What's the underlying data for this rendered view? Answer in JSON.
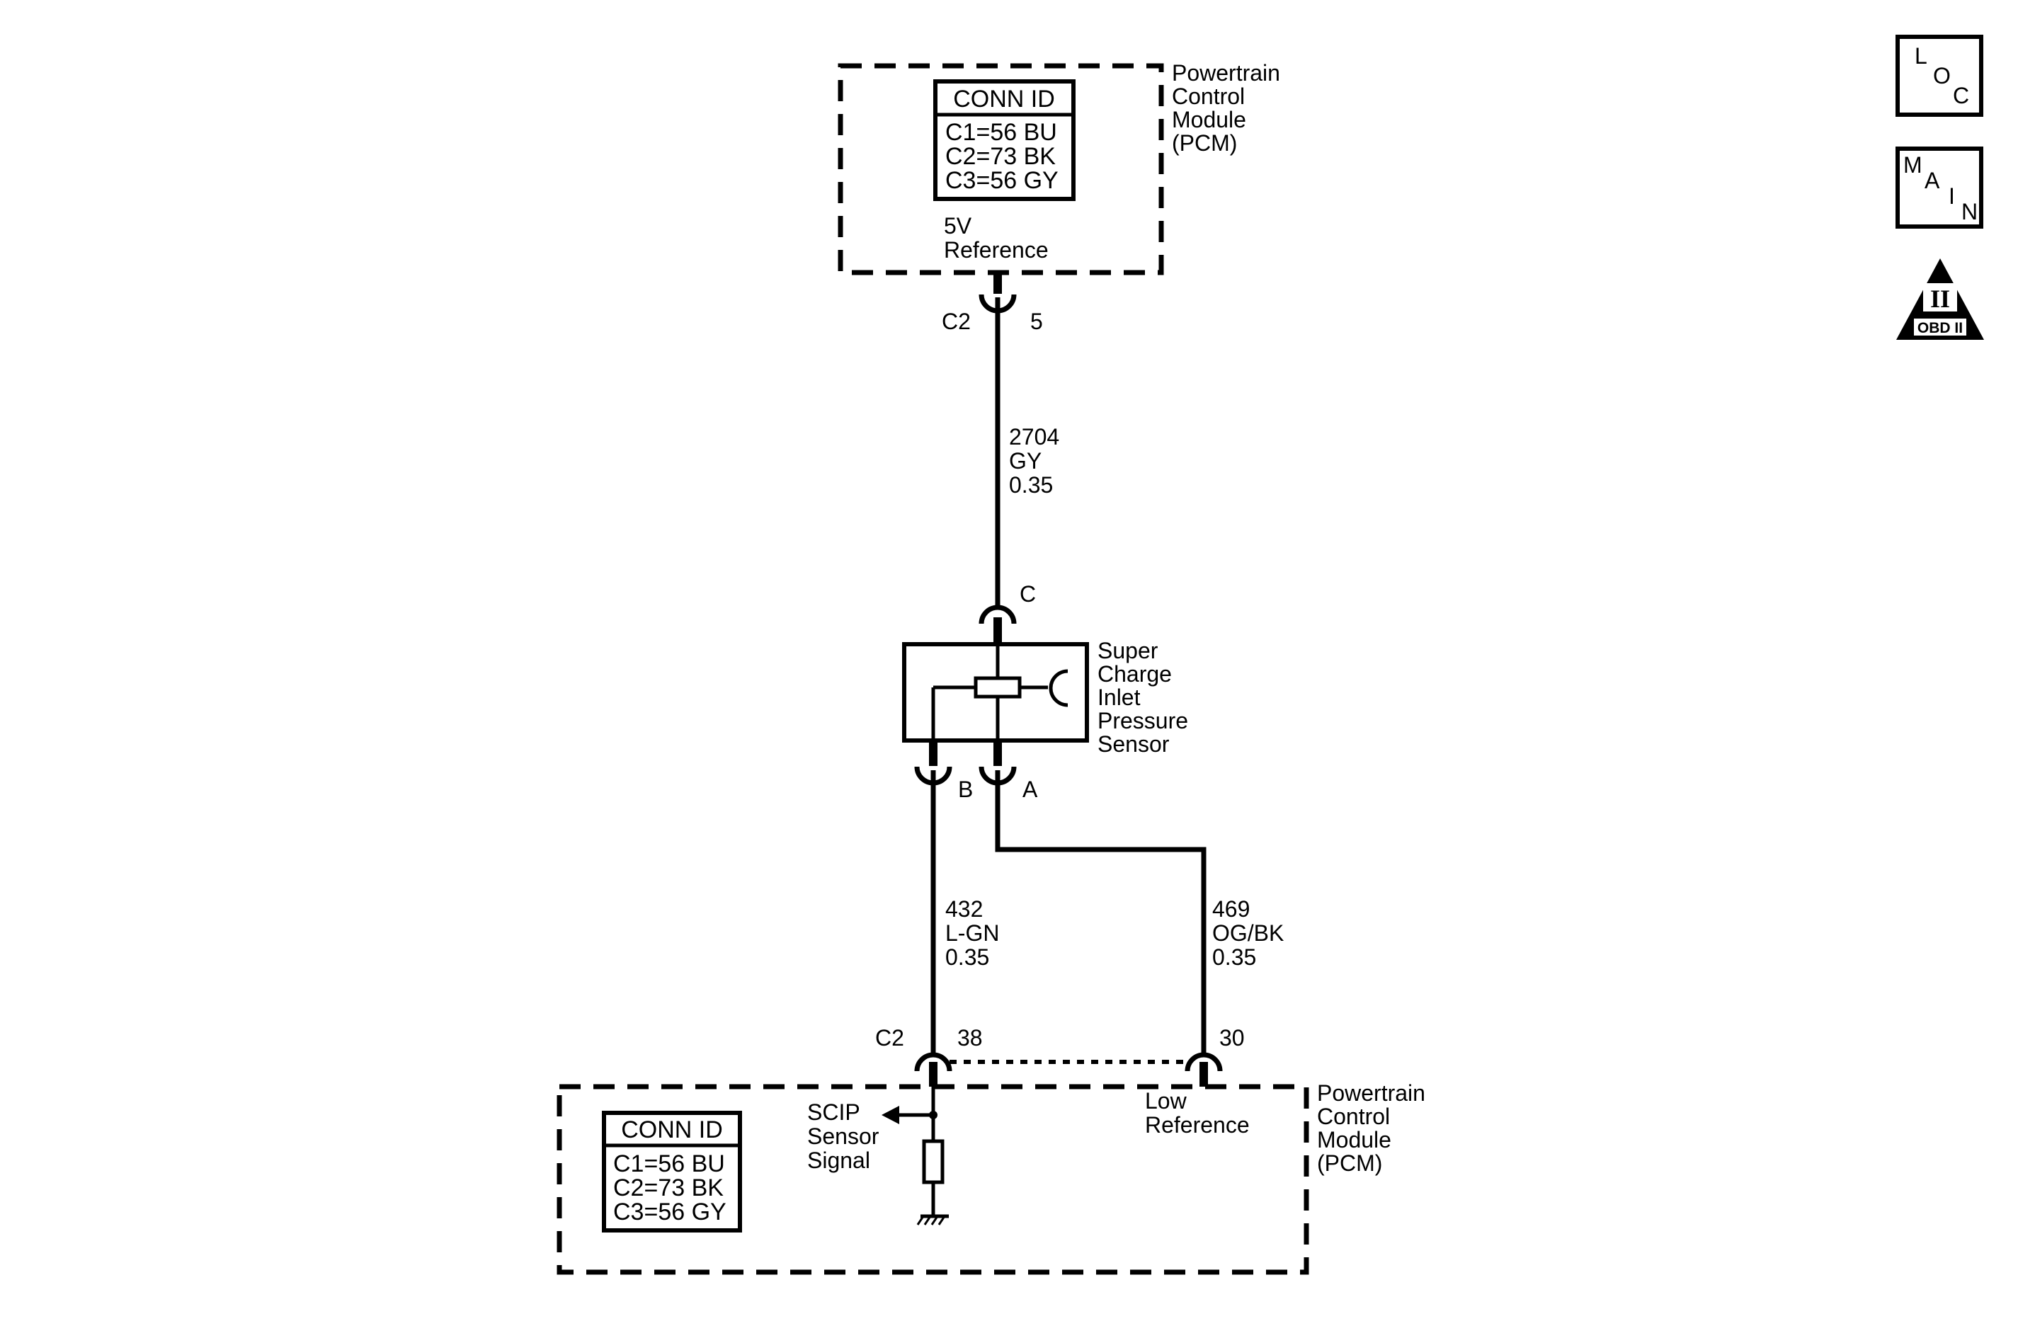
{
  "pcm_top": {
    "name_lines": [
      "Powertrain",
      "Control",
      "Module",
      "(PCM)"
    ],
    "conn_id": {
      "header": "CONN ID",
      "rows": [
        "C1=56 BU",
        "C2=73 BK",
        "C3=56 GY"
      ]
    },
    "terminal_label_lines": [
      "5V",
      "Reference"
    ],
    "connector": "C2",
    "pin": "5"
  },
  "wire_ref": {
    "circuit": "2704",
    "color": "GY",
    "gauge": "0.35"
  },
  "sensor": {
    "name_lines": [
      "Super",
      "Charge",
      "Inlet",
      "Pressure",
      "Sensor"
    ],
    "pin_c": "C",
    "pin_b": "B",
    "pin_a": "A"
  },
  "wire_signal": {
    "circuit": "432",
    "color": "L-GN",
    "gauge": "0.35"
  },
  "wire_low": {
    "circuit": "469",
    "color": "OG/BK",
    "gauge": "0.35"
  },
  "pcm_bottom": {
    "name_lines": [
      "Powertrain",
      "Control",
      "Module",
      "(PCM)"
    ],
    "conn_id": {
      "header": "CONN ID",
      "rows": [
        "C1=56 BU",
        "C2=73 BK",
        "C3=56 GY"
      ]
    },
    "connector": "C2",
    "pin_signal": "38",
    "pin_low": "30",
    "signal_label_lines": [
      "SCIP",
      "Sensor",
      "Signal"
    ],
    "low_label_lines": [
      "Low",
      "Reference"
    ]
  },
  "nav": {
    "loc": [
      "L",
      "O",
      "C"
    ],
    "main": [
      "M",
      "A",
      "I",
      "N"
    ],
    "obd": {
      "numeral": "II",
      "label": "OBD II"
    }
  }
}
